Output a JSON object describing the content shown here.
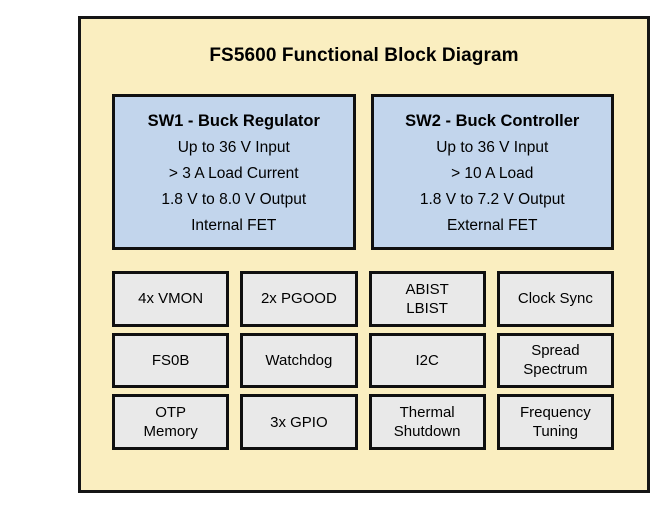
{
  "diagram": {
    "title": "FS5600 Functional Block Diagram",
    "colors": {
      "panel_background": "#faeec0",
      "panel_border": "#151515",
      "major_block_fill": "#c2d5ec",
      "feature_block_fill": "#e9e9e9",
      "block_border": "#101010",
      "text": "#000000"
    },
    "major_blocks": [
      {
        "name": "sw1-buck-regulator",
        "heading": "SW1 - Buck Regulator",
        "lines": [
          "Up to 36 V Input",
          "> 3 A Load Current",
          "1.8 V to 8.0 V Output",
          "Internal FET"
        ]
      },
      {
        "name": "sw2-buck-controller",
        "heading": "SW2 - Buck Controller",
        "lines": [
          "Up to 36 V Input",
          "> 10 A Load",
          "1.8 V to 7.2 V Output",
          "External FET"
        ]
      }
    ],
    "feature_blocks": [
      {
        "name": "vmon",
        "lines": [
          "4x VMON"
        ]
      },
      {
        "name": "pgood",
        "lines": [
          "2x PGOOD"
        ]
      },
      {
        "name": "abist-lbist",
        "lines": [
          "ABIST",
          "LBIST"
        ]
      },
      {
        "name": "clock-sync",
        "lines": [
          "Clock Sync"
        ]
      },
      {
        "name": "fs0b",
        "lines": [
          "FS0B"
        ]
      },
      {
        "name": "watchdog",
        "lines": [
          "Watchdog"
        ]
      },
      {
        "name": "i2c",
        "lines": [
          "I2C"
        ]
      },
      {
        "name": "spread-spectrum",
        "lines": [
          "Spread",
          "Spectrum"
        ]
      },
      {
        "name": "otp-memory",
        "lines": [
          "OTP",
          "Memory"
        ]
      },
      {
        "name": "gpio",
        "lines": [
          "3x GPIO"
        ]
      },
      {
        "name": "thermal-shutdown",
        "lines": [
          "Thermal",
          "Shutdown"
        ]
      },
      {
        "name": "frequency-tuning",
        "lines": [
          "Frequency",
          "Tuning"
        ]
      }
    ]
  }
}
